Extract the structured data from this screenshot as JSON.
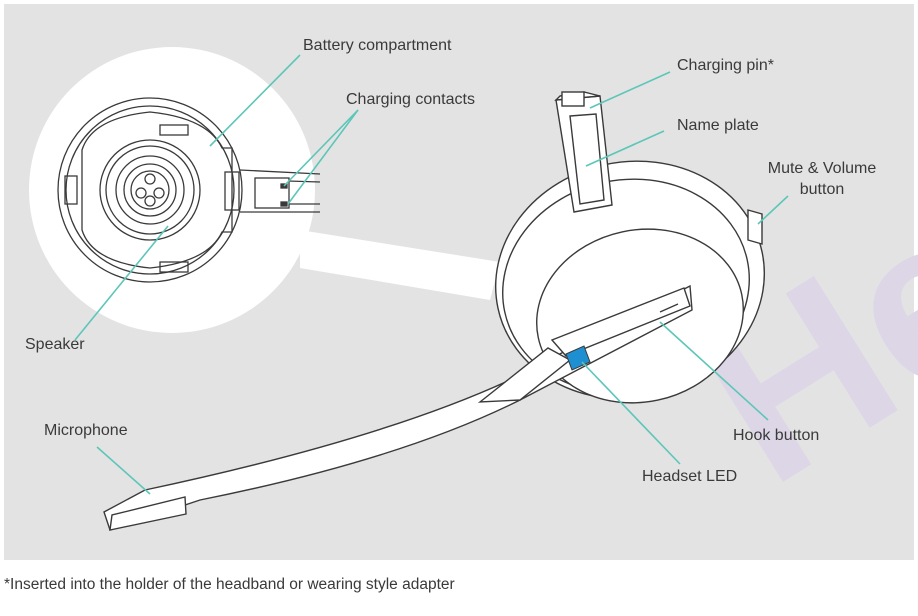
{
  "diagram": {
    "watermark_text": "He",
    "labels": {
      "battery_compartment": "Battery compartment",
      "charging_contacts": "Charging contacts",
      "charging_pin": "Charging pin",
      "charging_pin_mark": "*",
      "name_plate": "Name plate",
      "mute_volume_line1": "Mute & Volume",
      "mute_volume_line2": "button",
      "speaker": "Speaker",
      "microphone": "Microphone",
      "hook_button": "Hook button",
      "headset_led": "Headset LED"
    },
    "footnote_mark": "*",
    "footnote_text": "Inserted into the holder of the headband or wearing style adapter"
  },
  "colors": {
    "panel": "#e4e3e3",
    "leader": "#5cc6b8",
    "outline": "#3a3a3a",
    "led": "#1e8fd0",
    "watermark": "#ddd6e6"
  }
}
